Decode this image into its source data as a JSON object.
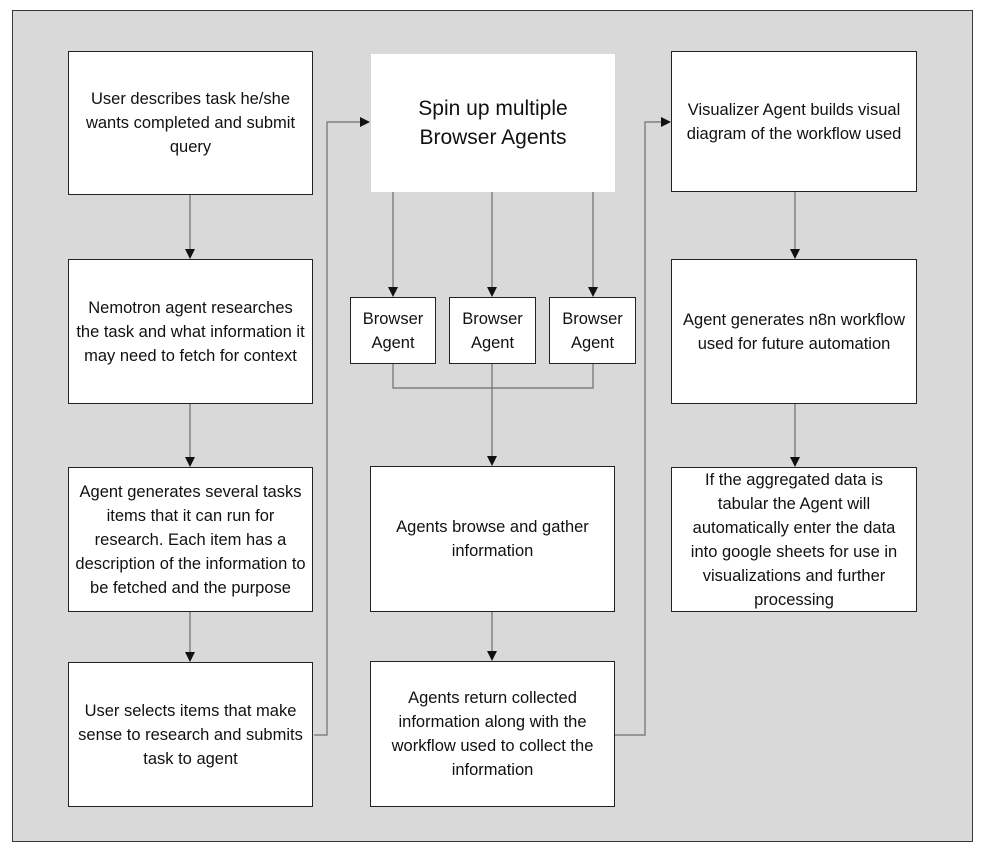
{
  "diagram": {
    "left_column": {
      "step1": "User describes task he/she wants completed and submit query",
      "step2": "Nemotron agent researches the task and what information it may need to fetch for context",
      "step3": "Agent generates several tasks items that it can run for research. Each item has a description of the information to be fetched and the purpose",
      "step4": "User selects items that make sense to research and submits task to agent"
    },
    "middle_column": {
      "spin_up": "Spin up multiple Browser Agents",
      "browser_agent_1": "Browser Agent",
      "browser_agent_2": "Browser Agent",
      "browser_agent_3": "Browser Agent",
      "browse_gather": "Agents browse and gather information",
      "return_info": "Agents return collected information along with the workflow used to collect the information"
    },
    "right_column": {
      "visualizer": "Visualizer Agent builds visual diagram of the workflow used",
      "n8n": "Agent generates n8n workflow used for future automation",
      "sheets": "If the aggregated data is tabular the Agent will automatically enter the data into google sheets for use in visualizations and further processing"
    }
  }
}
